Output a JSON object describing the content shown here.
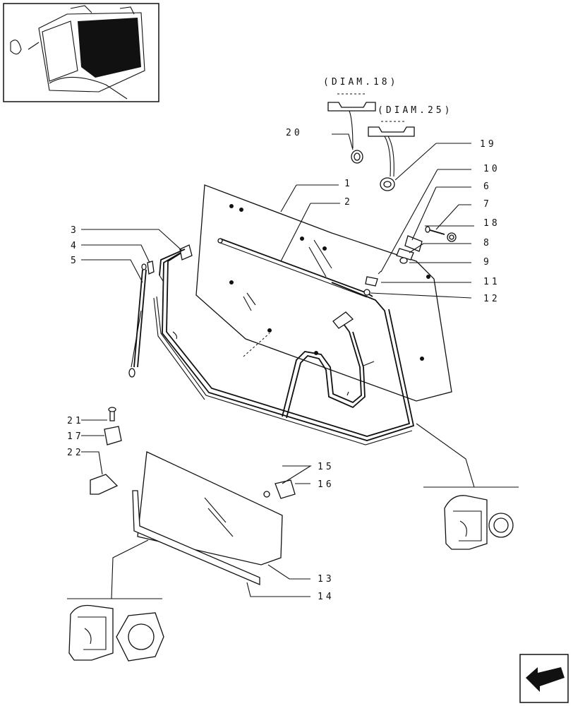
{
  "diagram": {
    "dia_labels": [
      "(DIAM.18)",
      "(DIAM.25)"
    ],
    "callouts": [
      "1",
      "2",
      "3",
      "4",
      "5",
      "6",
      "7",
      "8",
      "9",
      "10",
      "11",
      "12",
      "13",
      "14",
      "15",
      "16",
      "17",
      "18",
      "19",
      "20",
      "21",
      "22"
    ]
  },
  "icons": {
    "thumbnail": "tractor-cab-thumbnail-icon",
    "nav": "page-turn-arrow-icon"
  }
}
